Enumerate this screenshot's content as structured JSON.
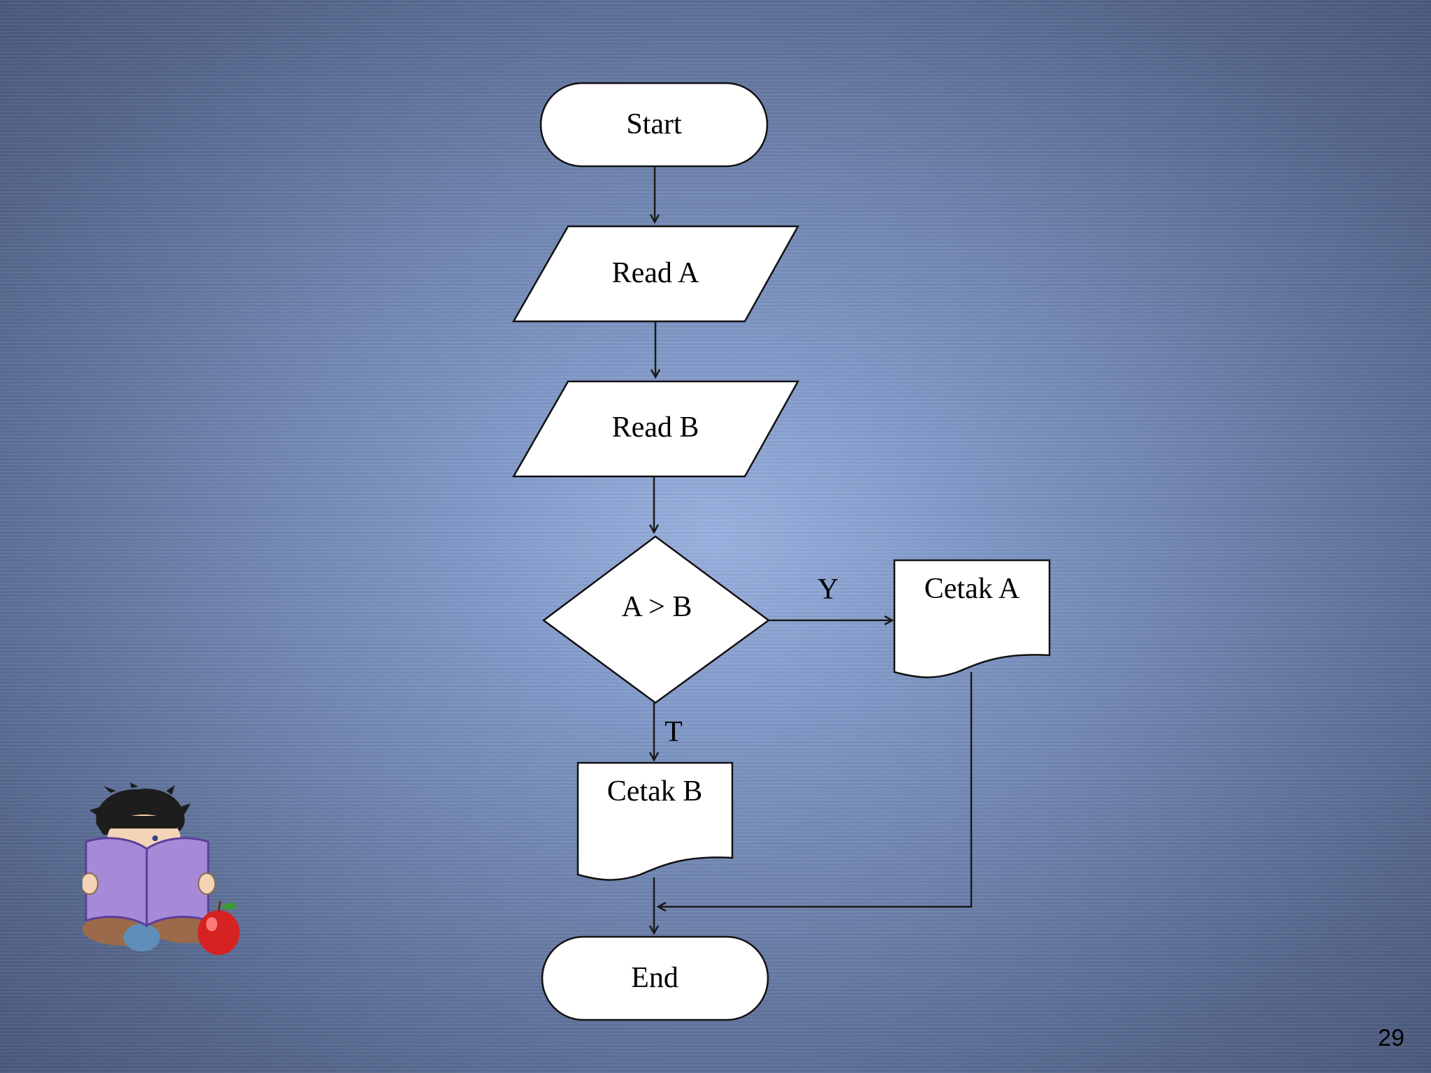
{
  "diagram": {
    "nodes": {
      "start": "Start",
      "read_a": "Read A",
      "read_b": "Read B",
      "decision": "A > B",
      "cetak_a": "Cetak A",
      "cetak_b": "Cetak B",
      "end": "End"
    },
    "edge_labels": {
      "yes": "Y",
      "no": "T"
    }
  },
  "slide": {
    "page_number": "29"
  },
  "colors": {
    "shape_fill": "#ffffff",
    "stroke": "#111111"
  }
}
